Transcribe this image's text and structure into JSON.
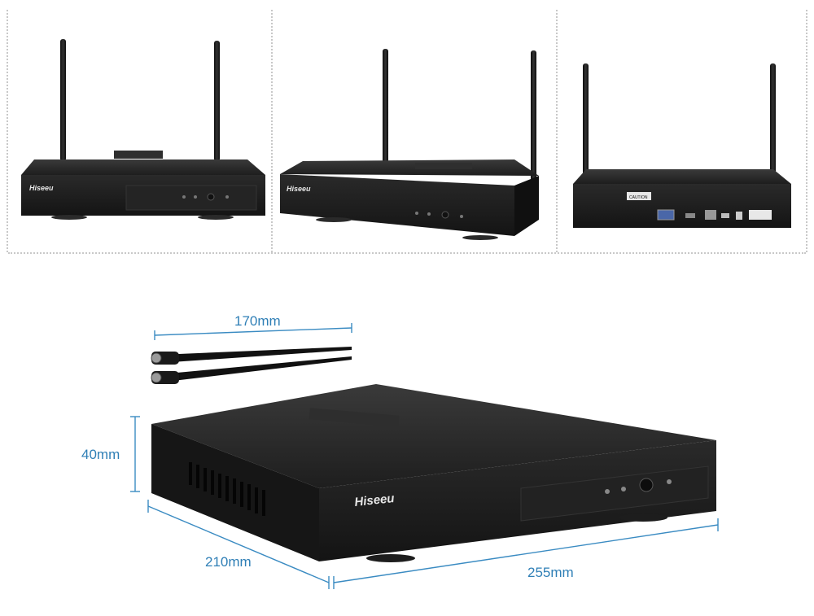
{
  "brand": "Hiseeu",
  "rear_label": "CAUTION",
  "dimensions": {
    "antenna_length": "170mm",
    "height": "40mm",
    "depth": "210mm",
    "width": "255mm"
  },
  "colors": {
    "dimension_line": "#3a8bc2",
    "device_body": "#1c1c1c",
    "separator": "#c8c8c8"
  }
}
